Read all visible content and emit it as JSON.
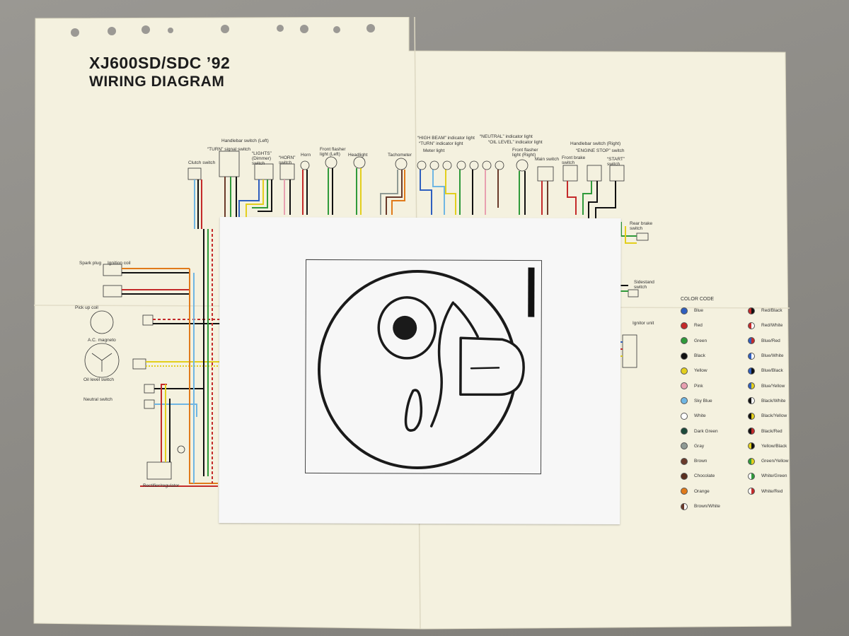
{
  "poster": {
    "title_line1": "XJ600SD/SDC ’92",
    "title_line2": "WIRING DIAGRAM",
    "labels": {
      "handlebar_left": "Handlebar switch (Left)",
      "turn_signal": "“TURN” signal switch",
      "clutch": "Clutch switch",
      "lights": "“LIGHTS” (Dimmer) switch",
      "horn_switch": "“HORN” switch",
      "horn": "Horn",
      "front_flasher_left": "Front flasher light (Left)",
      "headlight": "Headlight",
      "tachometer": "Tachometer",
      "high_beam": "“HIGH BEAM” indicator light",
      "turn_indicator": "“TURN” indicator light",
      "meter_light": "Meter light",
      "neutral_indicator": "“NEUTRAL” indicator light",
      "oil_level_indicator": "“OIL LEVEL” indicator light",
      "front_flasher_right": "Front flasher light (Right)",
      "main_switch": "Main switch",
      "handlebar_right": "Handlebar switch (Right)",
      "front_brake": "Front brake switch",
      "engine_stop": "“ENGINE STOP” switch",
      "start": "“START” switch",
      "rear_brake": "Rear brake switch",
      "sidestand": "Sidestand switch",
      "ignitor": "Ignitor unit",
      "spark_plug": "Spark plug",
      "ignition_coil": "Ignition coil",
      "pickup_coil": "Pick up coil",
      "ac_magneto": "A.C. magneto",
      "oil_level_switch": "Oil level switch",
      "neutral_switch": "Neutral switch",
      "rectifier": "Rectifier/regulator"
    },
    "color_code": {
      "title": "COLOR CODE",
      "entries": [
        {
          "label": "Blue",
          "color": "#2f5fbf"
        },
        {
          "label": "Red/Black",
          "color": "#c42a2a",
          "color2": "#111111"
        },
        {
          "label": "Red",
          "color": "#c42a2a"
        },
        {
          "label": "Red/White",
          "color": "#c42a2a",
          "color2": "#ffffff"
        },
        {
          "label": "Green",
          "color": "#2f9a3a"
        },
        {
          "label": "Blue/Red",
          "color": "#2f5fbf",
          "color2": "#c42a2a"
        },
        {
          "label": "Black",
          "color": "#111111"
        },
        {
          "label": "Blue/White",
          "color": "#2f5fbf",
          "color2": "#ffffff"
        },
        {
          "label": "Yellow",
          "color": "#e3cf1d"
        },
        {
          "label": "Blue/Black",
          "color": "#2f5fbf",
          "color2": "#111111"
        },
        {
          "label": "Pink",
          "color": "#e8a0b0"
        },
        {
          "label": "Blue/Yellow",
          "color": "#2f5fbf",
          "color2": "#e3cf1d"
        },
        {
          "label": "Sky Blue",
          "color": "#6fb6e3"
        },
        {
          "label": "Black/White",
          "color": "#111111",
          "color2": "#ffffff"
        },
        {
          "label": "White",
          "color": "#ffffff"
        },
        {
          "label": "Black/Yellow",
          "color": "#111111",
          "color2": "#e3cf1d"
        },
        {
          "label": "Dark Green",
          "color": "#1d4a3a"
        },
        {
          "label": "Black/Red",
          "color": "#111111",
          "color2": "#c42a2a"
        },
        {
          "label": "Gray",
          "color": "#8f9a94"
        },
        {
          "label": "Yellow/Black",
          "color": "#e3cf1d",
          "color2": "#111111"
        },
        {
          "label": "Brown",
          "color": "#6a3a2a"
        },
        {
          "label": "Green/Yellow",
          "color": "#2f9a3a",
          "color2": "#e3cf1d"
        },
        {
          "label": "Chocolate",
          "color": "#5a2f1f"
        },
        {
          "label": "White/Green",
          "color": "#ffffff",
          "color2": "#2f9a3a"
        },
        {
          "label": "Orange",
          "color": "#e07a1a"
        },
        {
          "label": "White/Red",
          "color": "#ffffff",
          "color2": "#c42a2a"
        },
        {
          "label": "Brown/White",
          "color": "#6a3a2a",
          "color2": "#ffffff"
        }
      ]
    }
  },
  "overlay": {
    "content": "winking face with tongue out",
    "paper_color": "#f7f7f7",
    "ink_color": "#1a1a1a"
  }
}
